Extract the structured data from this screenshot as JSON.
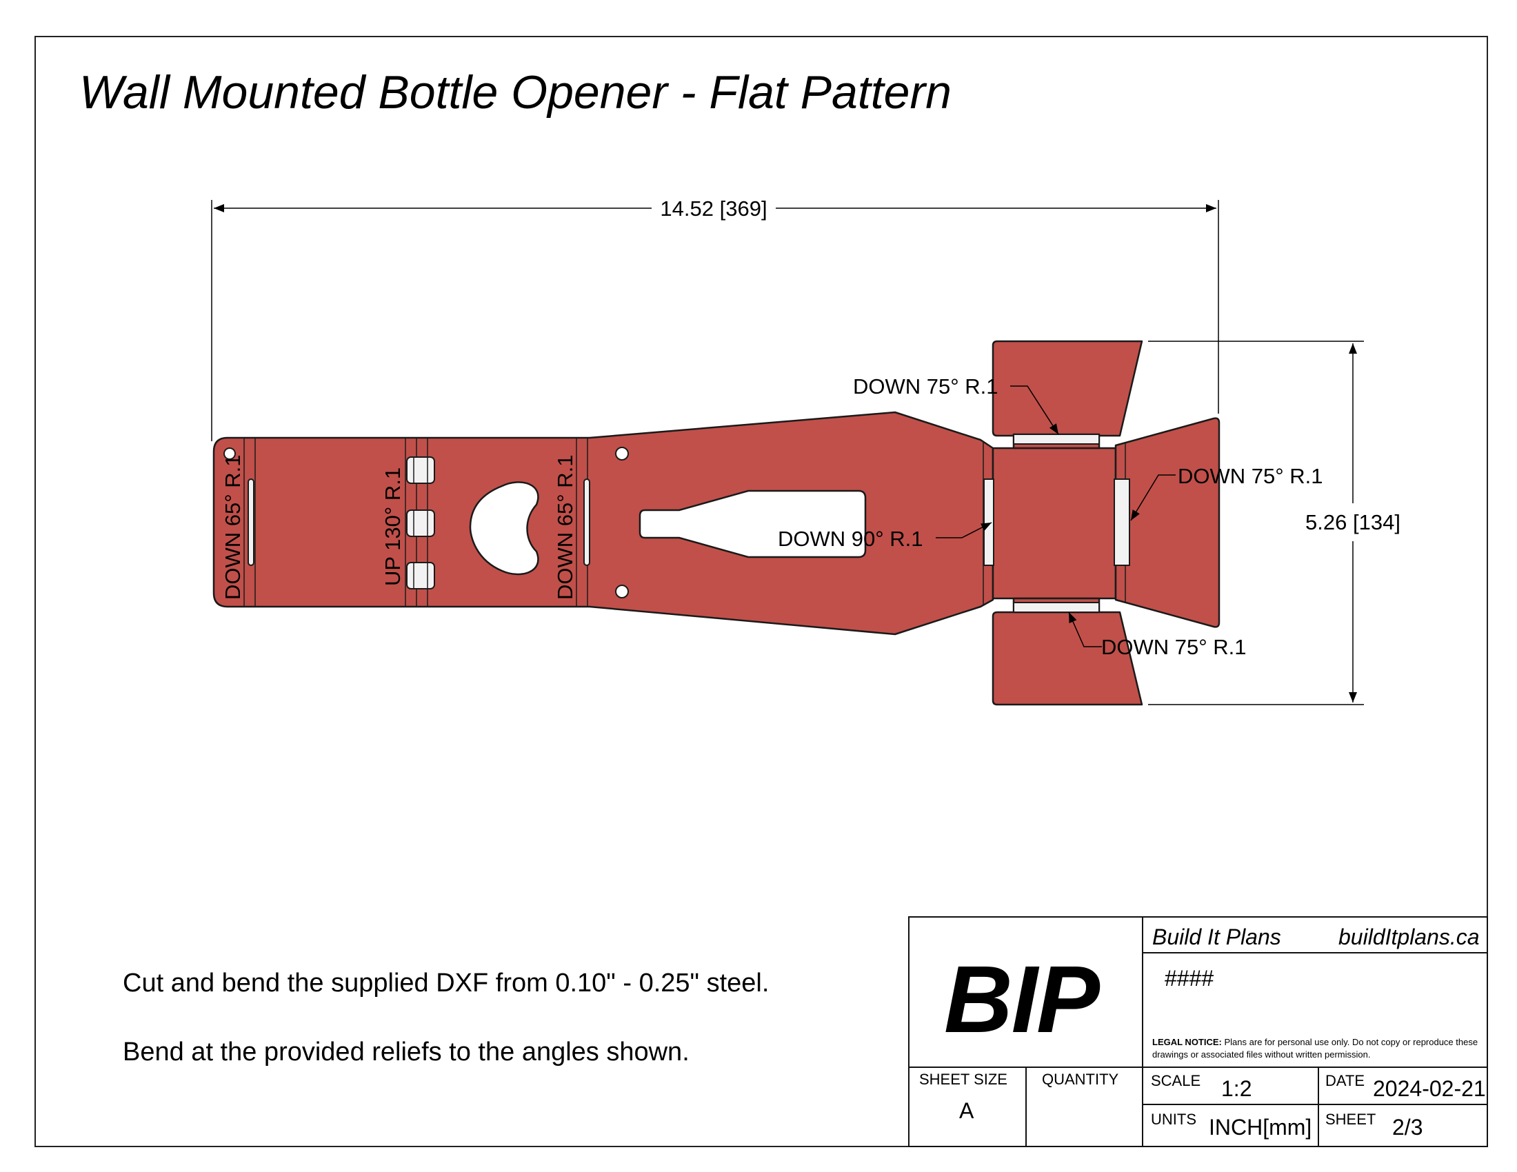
{
  "title": "Wall Mounted Bottle Opener - Flat Pattern",
  "colors": {
    "part_fill": "#c1504a",
    "part_stroke": "#1a1a1a",
    "relief": "#f2f2f2"
  },
  "dimensions": {
    "overall_width": "14.52 [369]",
    "overall_height": "5.26 [134]"
  },
  "bend_labels": {
    "left_end": "DOWN 65° R.1",
    "slots": "UP 130° R.1",
    "middle": "DOWN 65° R.1",
    "top_flap": "DOWN 75° R.1",
    "right_flap": "DOWN 75° R.1",
    "center": "DOWN 90° R.1",
    "bottom_flap": "DOWN 75° R.1"
  },
  "notes": [
    "Cut and bend the supplied DXF from 0.10\" - 0.25\" steel.",
    "Bend at the provided reliefs to the angles shown."
  ],
  "title_block": {
    "logo": "BIP",
    "company": "Build It Plans",
    "website": "buildItplans.ca",
    "drawing_number": "####",
    "legal_label": "LEGAL NOTICE:",
    "legal_text": "Plans are for personal use only. Do not copy or reproduce these drawings or associated files without written permission.",
    "sheet_size_label": "SHEET SIZE",
    "sheet_size": "A",
    "quantity_label": "QUANTITY",
    "quantity": "",
    "scale_label": "SCALE",
    "scale": "1:2",
    "date_label": "DATE",
    "date": "2024-02-21",
    "units_label": "UNITS",
    "units": "INCH[mm]",
    "sheet_label": "SHEET",
    "sheet": "2/3"
  }
}
